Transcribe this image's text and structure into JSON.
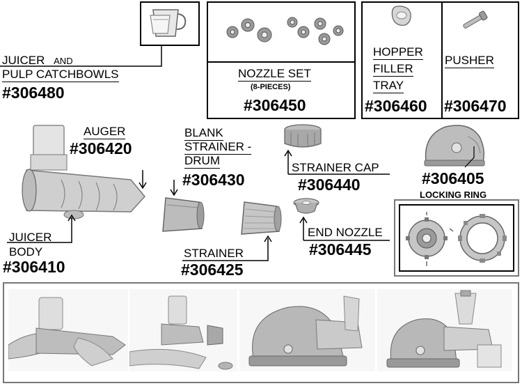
{
  "catchbowls": {
    "label_line1": "JUICER",
    "label_and": "AND",
    "label_line2": "PULP CATCHBOWLS",
    "part_no": "#306480",
    "icon": "catch-bowl-icon"
  },
  "nozzle_set": {
    "label": "NOZZLE SET",
    "sub_label": "(8-PIECES)",
    "part_no": "#306450",
    "icon": "nozzle-set-icon"
  },
  "hopper": {
    "label_line1": "HOPPER",
    "label_line2": "FILLER",
    "label_line3": "TRAY",
    "part_no": "#306460",
    "icon": "hopper-tray-icon"
  },
  "pusher": {
    "label": "PUSHER",
    "part_no": "#306470",
    "icon": "pusher-icon"
  },
  "auger": {
    "label": "AUGER",
    "part_no": "#306420"
  },
  "juicer_body": {
    "label_line1": "JUICER",
    "label_line2": "BODY",
    "part_no": "#306410",
    "icon": "juicer-body-icon"
  },
  "blank_strainer": {
    "label_line1": "BLANK",
    "label_line2": "STRAINER -",
    "label_line3": "DRUM",
    "part_no": "#306430",
    "icon": "blank-strainer-icon"
  },
  "strainer": {
    "label": "STRAINER",
    "part_no": "#306425",
    "icon": "strainer-icon"
  },
  "strainer_cap": {
    "label": "STRAINER CAP",
    "part_no": "#306440",
    "icon": "strainer-cap-icon"
  },
  "end_nozzle": {
    "label": "END NOZZLE",
    "part_no": "#306445",
    "icon": "end-nozzle-icon"
  },
  "motor_base": {
    "part_no": "#306405",
    "icon": "motor-base-icon"
  },
  "locking_ring": {
    "label": "LOCKING RING",
    "icon": "locking-ring-icon"
  },
  "assembly_steps": [
    {
      "icon": "assembly-step-1-photo"
    },
    {
      "icon": "assembly-step-2-photo"
    },
    {
      "icon": "assembly-step-3-photo"
    },
    {
      "icon": "assembly-step-4-photo"
    }
  ],
  "colors": {
    "line": "#000000",
    "frame_gray": "#777777",
    "part_gray": "#8a8a8a",
    "part_light": "#cfcfcf"
  }
}
